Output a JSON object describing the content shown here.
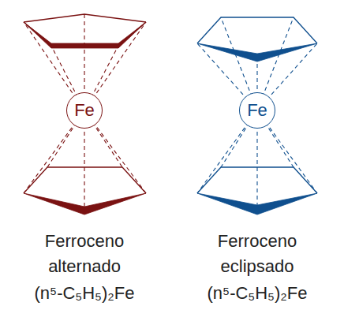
{
  "diagram": {
    "nodes": [
      {
        "text": [
          "Fe"
        ]
      },
      {
        "text": [
          "Fe"
        ]
      }
    ],
    "labels": [
      "Ferroceno alternado",
      "(n⁵-C₅H₅)₂Fe",
      "Ferroceno eclipsado",
      "(n⁵-C₅H₅)₂Fe"
    ]
  }
}
